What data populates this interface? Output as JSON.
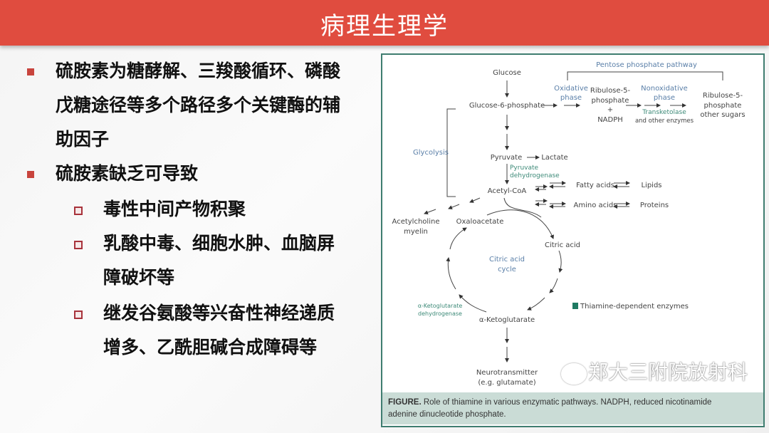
{
  "header": {
    "title": "病理生理学"
  },
  "bullets": [
    {
      "lines": [
        "硫胺素为糖酵解、三羧酸循环、磷酸",
        "戊糖途径等多个路径多个关键酶的辅",
        "助因子"
      ]
    },
    {
      "lines": [
        "硫胺素缺乏可导致"
      ],
      "sub": [
        {
          "lines": [
            "毒性中间产物积聚"
          ]
        },
        {
          "lines": [
            "乳酸中毒、细胞水肿、血脑屏",
            "障破坏等"
          ]
        },
        {
          "lines": [
            "继发谷氨酸等兴奋性神经递质",
            "增多、乙酰胆碱合成障碍等"
          ]
        }
      ]
    }
  ],
  "figure": {
    "pentose": "Pentose phosphate pathway",
    "glucose": "Glucose",
    "g6p": "Glucose-6-phosphate",
    "oxidative": [
      "Oxidative",
      "phase"
    ],
    "ribulose1": [
      "Ribulose-5-",
      "phosphate",
      "+",
      "NADPH"
    ],
    "nonoxidative": [
      "Nonoxidative",
      "phase"
    ],
    "transketolase": "Transketolase",
    "other_enzymes": "and other enzymes",
    "ribulose2": [
      "Ribulose-5-",
      "phosphate",
      "other sugars"
    ],
    "glycolysis": "Glycolysis",
    "pyruvate": "Pyruvate",
    "lactate": "Lactate",
    "pdh": [
      "Pyruvate",
      "dehydrogenase"
    ],
    "acetylcoa": "Acetyl-CoA",
    "fatty": "Fatty acids",
    "lipids": "Lipids",
    "amino": "Amino acids",
    "proteins": "Proteins",
    "acetylcholine": [
      "Acetylcholine",
      "myelin"
    ],
    "oxaloacetate": "Oxaloacetate",
    "citric": "Citric acid",
    "cycle": [
      "Citric acid",
      "cycle"
    ],
    "akgdh": [
      "α-Ketoglutarate",
      "dehydrogenase"
    ],
    "akg": "α-Ketoglutarate",
    "legend": "Thiamine-dependent enzymes",
    "legend_color": "#1e7a62",
    "neuro": [
      "Neurotransmitter",
      "(e.g. glutamate)"
    ],
    "caption_label": "FIGURE.",
    "caption": "Role of thiamine in various enzymatic pathways. NADPH, reduced nicotinamide",
    "caption2": "adenine dinucleotide phosphate."
  },
  "watermark": "郑大三附院放射科"
}
